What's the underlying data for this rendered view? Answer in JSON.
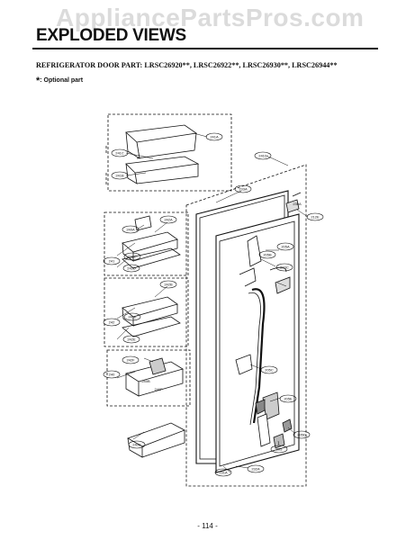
{
  "watermark": "AppliancePartsPros.com",
  "title": "EXPLODED VIEWS",
  "subtitle": "REFRIGERATOR DOOR PART: LRSC26920**, LRSC26922**, LRSC26930**, LRSC26944**",
  "note": {
    "star": "*",
    "text": ": Optional part"
  },
  "page_number": "- 114 -",
  "callouts": {
    "c241a": "241A",
    "c241c": "241C",
    "c241b": "241B",
    "c241d": "241D",
    "c240a": "240A",
    "c241": "241",
    "c242a": "242A",
    "c242c": "242C",
    "c242d": "242D",
    "c242b": "242B",
    "c242": "242",
    "c241e": "241E",
    "c242e": "242E",
    "c242f": "242F",
    "c240": "240",
    "c240c": "240C",
    "c240b": "240B",
    "c240f": "240F",
    "c233a": "233A",
    "c230a": "230A",
    "c212e": "212E",
    "c205a": "205A",
    "c205b": "205B",
    "c203c": "203C",
    "c205c": "205C",
    "c205e": "205E",
    "c205d": "205D",
    "c205": "205",
    "c231a": "231A",
    "c232a": "232A"
  }
}
